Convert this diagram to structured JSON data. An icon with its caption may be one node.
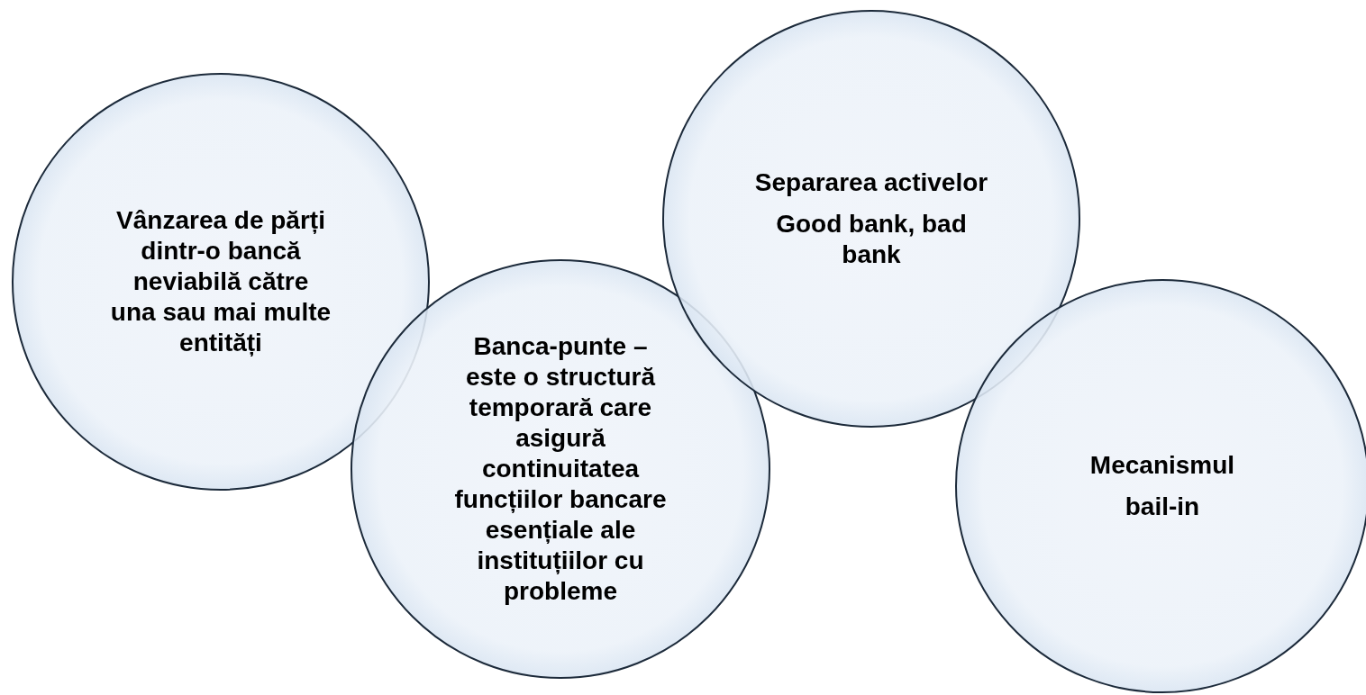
{
  "diagram": {
    "nodes": [
      {
        "text": [
          "Vânzarea de părți dintr-o bancă neviabilă către una sau mai multe entități"
        ]
      },
      {
        "text": [
          "Banca-punte – este o structură temporară care asigură continuitatea funcțiilor bancare esențiale ale instituțiilor cu probleme"
        ]
      },
      {
        "text": [
          "Separarea activelor",
          "Good bank, bad bank"
        ]
      },
      {
        "text": [
          "Mecanismul",
          "bail-in"
        ]
      }
    ]
  }
}
